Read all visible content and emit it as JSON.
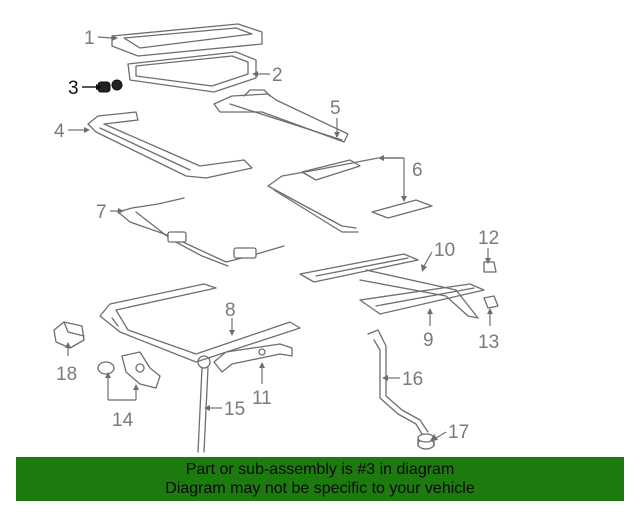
{
  "callouts": {
    "c1": "1",
    "c2": "2",
    "c3": "3",
    "c4": "4",
    "c5": "5",
    "c6": "6",
    "c7": "7",
    "c8": "8",
    "c9": "9",
    "c10": "10",
    "c11": "11",
    "c12": "12",
    "c13": "13",
    "c14": "14",
    "c15": "15",
    "c16": "16",
    "c17": "17",
    "c18": "18"
  },
  "highlighted_part": "3",
  "banner": {
    "line1": "Part or sub-assembly is #3 in diagram",
    "line2": "Diagram may not be specific to your vehicle",
    "background": "#1d7a0e"
  },
  "colors": {
    "line": "#6e6e6e",
    "highlight": "#111111"
  }
}
